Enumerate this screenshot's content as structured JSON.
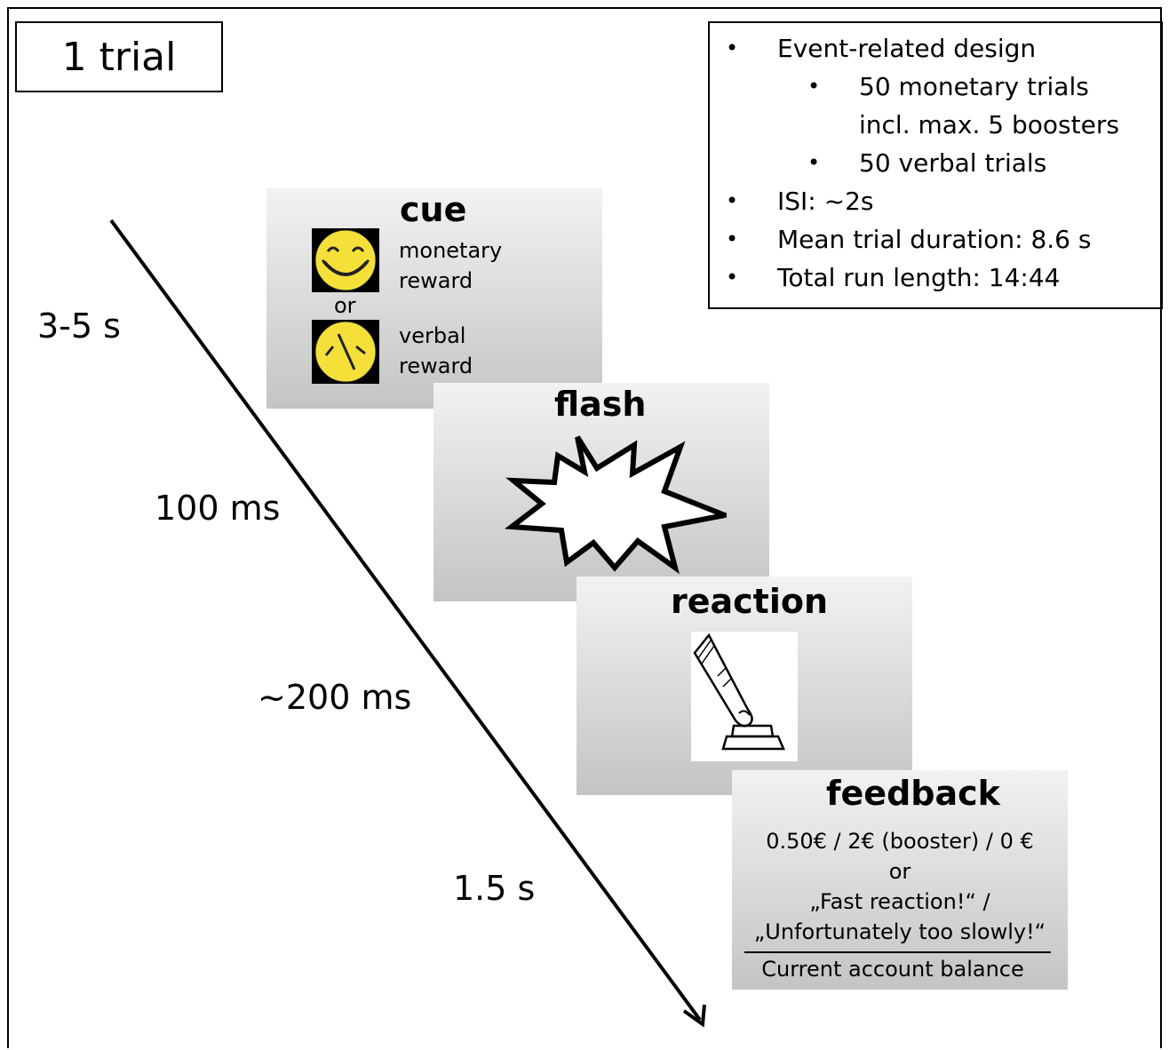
{
  "trial_label": "1 trial",
  "info": {
    "items": [
      "Event-related design",
      "50 monetary trials",
      "incl. max. 5 boosters",
      "50 verbal trials",
      "ISI: ~2s",
      "Mean trial duration: 8.6 s",
      "Total run length: 14:44"
    ]
  },
  "timeline": {
    "durations": [
      "3-5 s",
      "100 ms",
      "~200 ms",
      "1.5 s"
    ]
  },
  "cue": {
    "title": "cue",
    "monetary_label_1": "monetary",
    "monetary_label_2": "reward",
    "or": "or",
    "verbal_label_1": "verbal",
    "verbal_label_2": "reward"
  },
  "flash": {
    "title": "flash"
  },
  "reaction": {
    "title": "reaction"
  },
  "feedback": {
    "title": "feedback",
    "line1": "0.50€ / 2€ (booster) / 0 €",
    "line2": "or",
    "line3": "„Fast reaction!“ /",
    "line4": "„Unfortunately too slowly!“",
    "balance": "Current account balance"
  },
  "colors": {
    "face": "#f5e03a",
    "panel_top": "#f2f2f2",
    "panel_bottom": "#c4c4c4"
  }
}
